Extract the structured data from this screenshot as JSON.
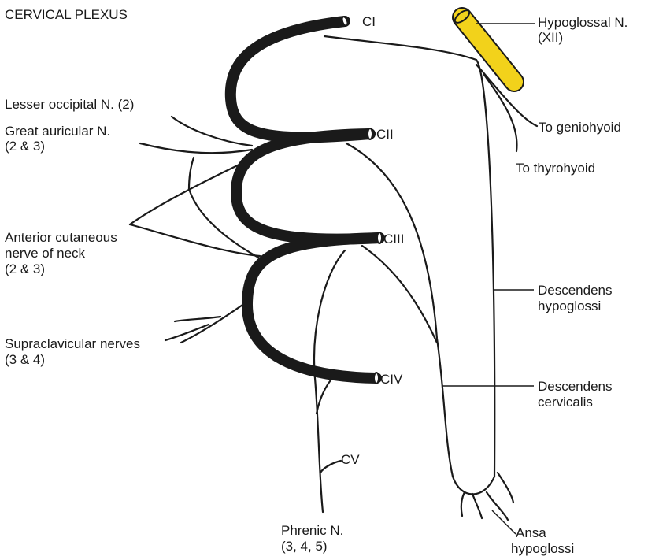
{
  "title": "CERVICAL PLEXUS",
  "roots": {
    "c1": "CI",
    "c2": "CII",
    "c3": "CIII",
    "c4": "CIV",
    "c5": "CV"
  },
  "labels": {
    "hypoglossal": [
      "Hypoglossal N.",
      "(XII)"
    ],
    "geniohyoid": "To geniohyoid",
    "thyrohyoid": "To thyrohyoid",
    "lesser_occipital": "Lesser occipital N. (2)",
    "great_auricular": [
      "Great auricular N.",
      "(2 & 3)"
    ],
    "anterior_cutaneous": [
      "Anterior cutaneous",
      "nerve of neck",
      "(2 & 3)"
    ],
    "supraclavicular": [
      "Supraclavicular nerves",
      "(3 & 4)"
    ],
    "descendens_hypoglossi": [
      "Descendens",
      "hypoglossi"
    ],
    "descendens_cervicalis": [
      "Descendens",
      "cervicalis"
    ],
    "phrenic": [
      "Phrenic N.",
      "(3, 4, 5)"
    ],
    "ansa": [
      "Ansa",
      "hypoglossi"
    ]
  },
  "colors": {
    "nerve": "#1a1a1a",
    "hypoglossal_fill": "#f2d21b",
    "background": "#ffffff"
  }
}
